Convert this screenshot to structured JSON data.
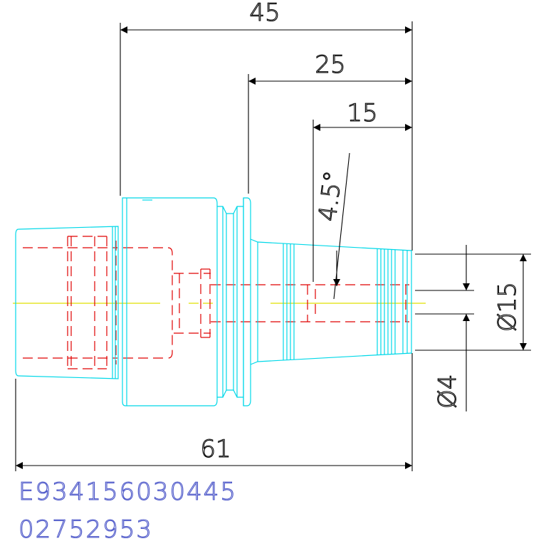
{
  "dimensions": {
    "overall_length": "61",
    "length_a": "45",
    "length_b": "25",
    "length_c": "15",
    "angle": "4.5°",
    "diameter_large": "Ø15",
    "diameter_small": "Ø4"
  },
  "codes": {
    "part_number": "E934156030445",
    "reference": "02752953"
  },
  "colors": {
    "outline": "#00d8e8",
    "hidden": "#e00000",
    "centerline": "#e0e000",
    "dimension": "#000000",
    "code_text": "#4a55c8"
  }
}
